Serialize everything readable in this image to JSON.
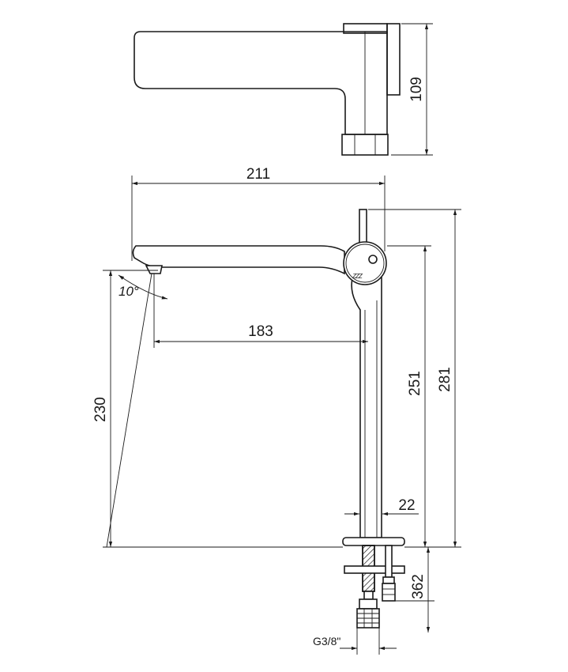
{
  "dimensions": {
    "top_view_height": "109",
    "total_spout_length": "211",
    "spout_reach": "183",
    "spout_height": "230",
    "body_height": "251",
    "total_height": "281",
    "body_diameter": "22",
    "shank_length": "362",
    "thread": "G3/8\"",
    "spout_angle": "10°"
  },
  "logo_text": "ZZZ"
}
